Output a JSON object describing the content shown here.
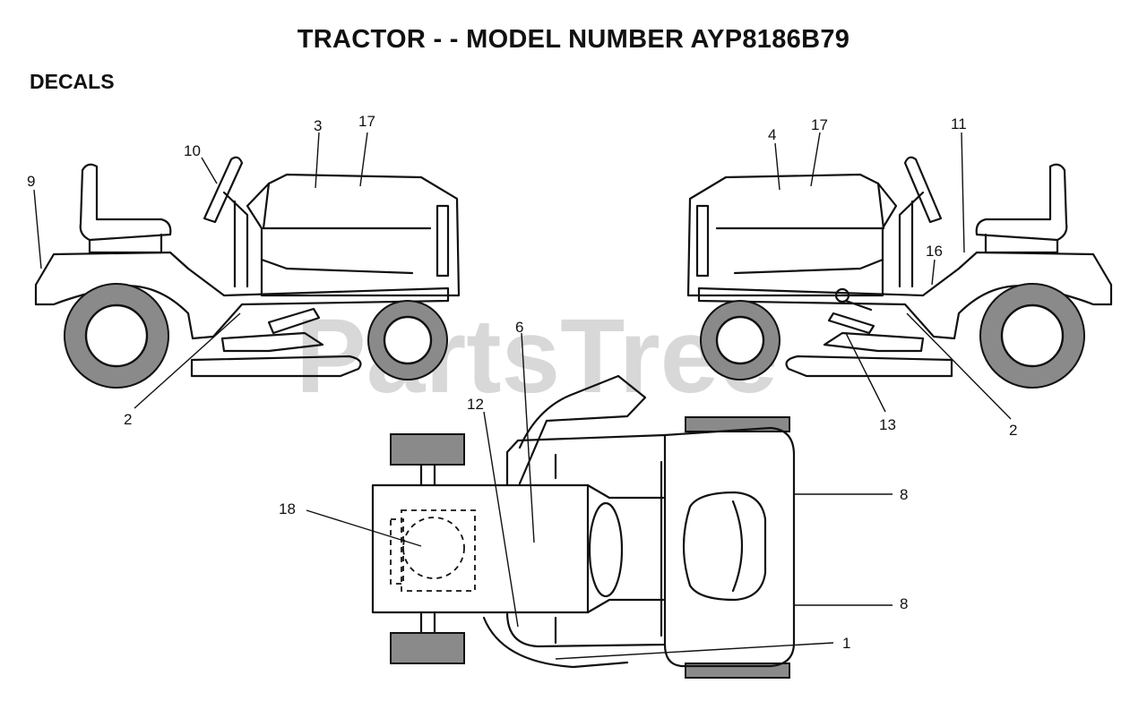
{
  "title": "TRACTOR - - MODEL NUMBER AYP8186B79",
  "section": "DECALS",
  "watermark": "PartsTree",
  "callouts": {
    "c1": "1",
    "c2_left": "2",
    "c2_right": "2",
    "c3": "3",
    "c4": "4",
    "c6": "6",
    "c8_upper": "8",
    "c8_lower": "8",
    "c9": "9",
    "c10": "10",
    "c11": "11",
    "c12": "12",
    "c13": "13",
    "c16": "16",
    "c17_left": "17",
    "c17_right": "17",
    "c18": "18"
  }
}
